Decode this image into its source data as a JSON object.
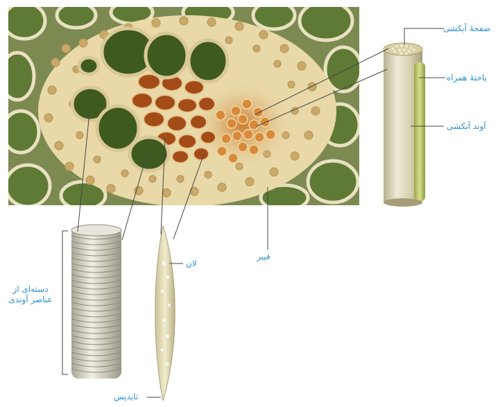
{
  "labels": {
    "sieve_plate": "صفحهٔ آبکشی",
    "companion_cell": "یاختهٔ همراه",
    "sieve_tube": "آوند آبکشی",
    "lumen": "لان",
    "fiber": "فیبر",
    "vessel_elements": "دسته‌ای از عناصر آوندی",
    "tracheid": "تایدیس"
  },
  "colors": {
    "label": "#2b8fd0",
    "leader_line": "#444444",
    "xylem_cell": "#3f5a1e",
    "phloem_cell": "#b3581a",
    "fiber_cell": "#d67a2a",
    "cell_wall": "#e9d9a8"
  },
  "icons": [
    "micrograph-image",
    "sieve-tube-illustration",
    "vessel-stack-illustration",
    "tracheid-illustration"
  ]
}
